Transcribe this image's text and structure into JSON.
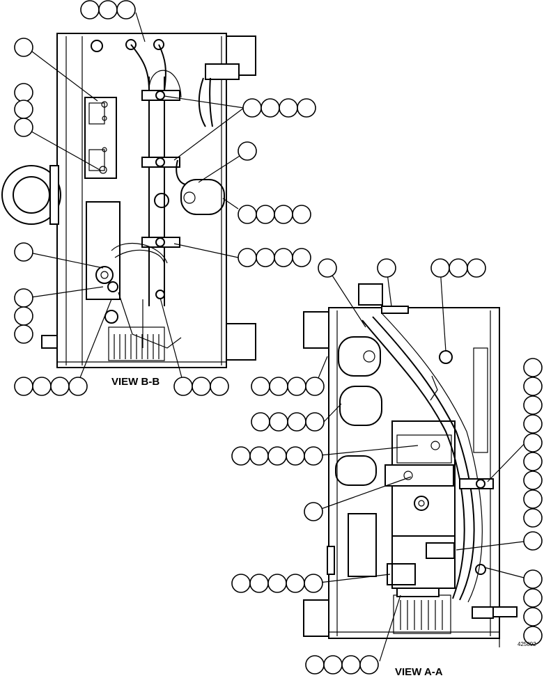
{
  "views": {
    "b": {
      "caption": "VIEW B-B"
    },
    "a": {
      "caption": "VIEW A-A"
    }
  },
  "drawing_ref": "425892"
}
